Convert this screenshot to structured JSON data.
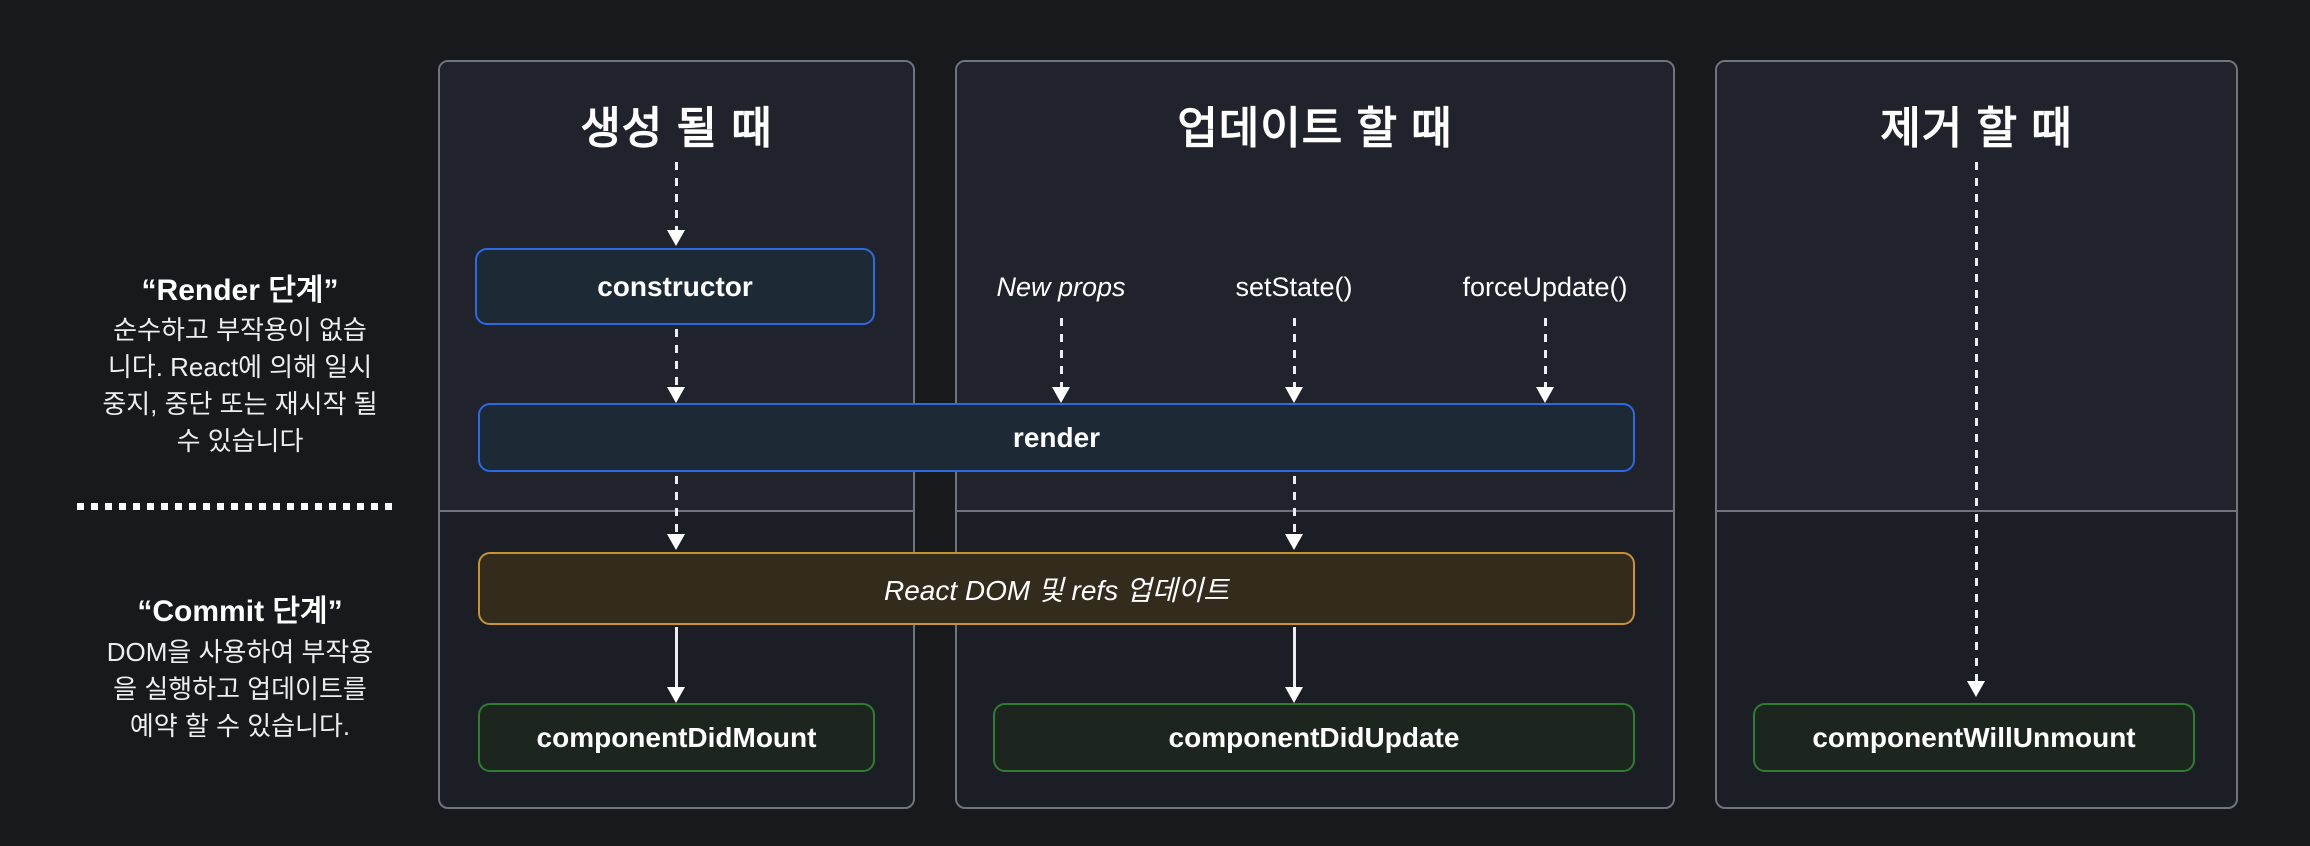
{
  "diagram": {
    "phase_labels": {
      "render": {
        "title": "“Render 단계”",
        "description": "순수하고 부작용이 없습\n니다. React에 의해 일시\n중지, 중단 또는 재시작 될\n수 있습니다"
      },
      "commit": {
        "title": "“Commit 단계”",
        "description": "DOM을 사용하여 부작용\n을 실행하고 업데이트를\n예약 할 수 있습니다."
      }
    },
    "columns": {
      "mount": {
        "title": "생성 될 때"
      },
      "update": {
        "title": "업데이트 할 때"
      },
      "unmount": {
        "title": "제거 할 때"
      }
    },
    "update_triggers": [
      "New props",
      "setState()",
      "forceUpdate()"
    ],
    "nodes": {
      "constructor": "constructor",
      "render": "render",
      "react_dom_update": "React DOM 및 refs 업데이트",
      "component_did_mount": "componentDidMount",
      "component_did_update": "componentDidUpdate",
      "component_will_unmount": "componentWillUnmount"
    },
    "colors": {
      "background": "#17191d",
      "panel_fill_top": "#20232b",
      "panel_fill_bottom": "#1b1e24",
      "panel_border": "#70747c",
      "blue_node_fill": "#1e2936",
      "blue_node_border": "#2a6be2",
      "gold_node_fill": "#332b1c",
      "gold_node_border": "#c9932f",
      "green_node_fill": "#1c261e",
      "green_node_border": "#2e7d33",
      "arrow_color": "#ffffff",
      "text": "#f5f6f8"
    }
  }
}
